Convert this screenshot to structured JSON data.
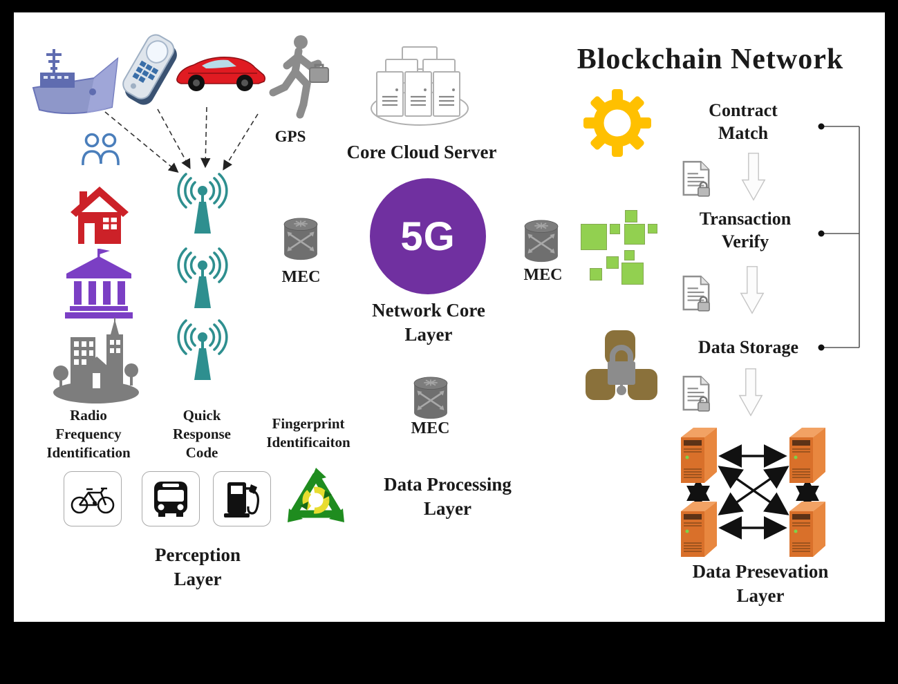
{
  "diagram": {
    "title": "Blockchain Network",
    "perception": {
      "gps_label": "GPS",
      "rfid_label": "Radio Frequency Identification",
      "qr_label": "Quick Response Code",
      "fingerprint_label": "Fingerprint Identificaiton",
      "layer_label": "Perception Layer",
      "device_icons": [
        "ship",
        "mobile-phone",
        "sports-car",
        "running-person",
        "users",
        "house",
        "bank",
        "city-buildings",
        "bicycle",
        "bus",
        "fuel-pump",
        "recycle"
      ],
      "antenna_count": 3
    },
    "network": {
      "core_cloud_label": "Core Cloud Server",
      "five_g_label": "5G",
      "layer_label": "Network Core Layer",
      "mec_label": "MEC",
      "mec_count": 3
    },
    "processing": {
      "layer_label": "Data Processing Layer"
    },
    "blockchain": {
      "steps": [
        "Contract Match",
        "Transaction Verify",
        "Data Storage"
      ],
      "layer_label": "Data Presevation Layer",
      "node_count": 4
    },
    "colors": {
      "background": "#000000",
      "canvas": "#ffffff",
      "antenna_teal": "#2e8f8f",
      "five_g_purple": "#7030a0",
      "gear_yellow": "#ffc000",
      "block_green": "#92d050",
      "server_orange": "#e8792f",
      "house_red": "#cc2128",
      "bank_purple": "#7b3fc4",
      "storage_brown": "#8a713b",
      "icon_gray": "#808080",
      "users_blue": "#4a7ebb"
    }
  }
}
